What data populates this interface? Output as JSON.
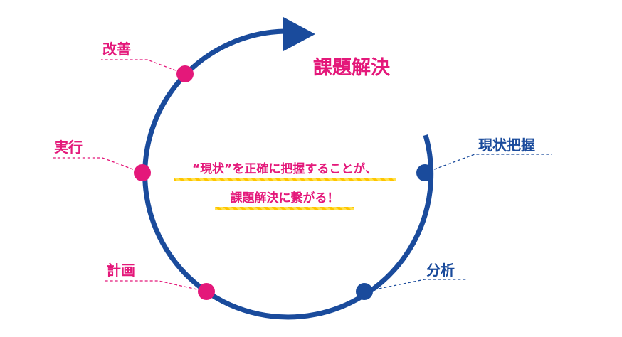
{
  "diagram": {
    "goal_label": "課題解決",
    "steps": {
      "current_state": "現状把握",
      "analysis": "分析",
      "plan": "計画",
      "execute": "実行",
      "improve": "改善"
    },
    "message": {
      "line1": "“現状”を正確に把握することが、",
      "line2": "課題解決に繋がる！"
    },
    "colors": {
      "cycle": "#1a4b9c",
      "accent": "#e4187a",
      "highlight": "#ffd400"
    }
  }
}
